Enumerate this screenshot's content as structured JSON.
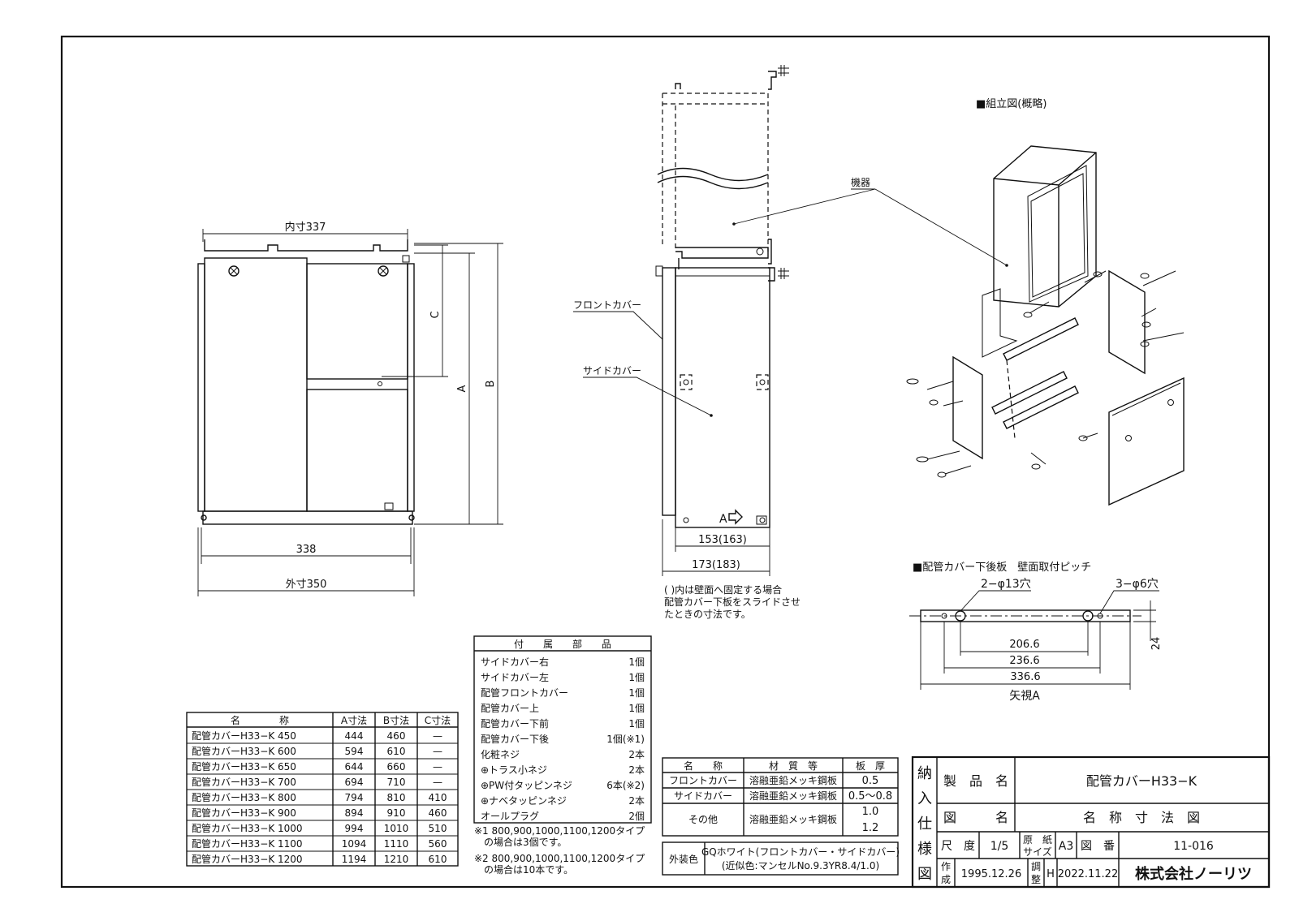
{
  "front_view": {
    "inner_width": "内寸337",
    "width_338": "338",
    "outer_width": "外寸350",
    "dim_c": "C",
    "dim_a": "A",
    "dim_b": "B"
  },
  "side_view": {
    "label_front_cover": "フロントカバー",
    "label_side_cover": "サイドカバー",
    "label_device": "機器",
    "arrow_a": "A",
    "dim_153": "153(163)",
    "dim_173": "173(183)",
    "note": [
      "( )内は壁面へ固定する場合",
      "配管カバー下板をスライドさせ",
      "たときの寸法です。"
    ]
  },
  "assembly": {
    "title": "■組立図(概略)"
  },
  "pitch_view": {
    "title": "■配管カバー下後板　壁面取付ピッチ",
    "hole_big": "2−φ13穴",
    "hole_small": "3−φ6穴",
    "d1": "206.6",
    "d2": "236.6",
    "d3": "336.6",
    "height": "24",
    "view_label": "矢視A"
  },
  "accessories": {
    "header": "付　　属　　部　　品",
    "rows": [
      {
        "name": "サイドカバー右",
        "qty": "1個"
      },
      {
        "name": "サイドカバー左",
        "qty": "1個"
      },
      {
        "name": "配管フロントカバー",
        "qty": "1個"
      },
      {
        "name": "配管カバー上",
        "qty": "1個"
      },
      {
        "name": "配管カバー下前",
        "qty": "1個"
      },
      {
        "name": "配管カバー下後",
        "qty": "1個(※1)"
      },
      {
        "name": "化粧ネジ",
        "qty": "2本"
      },
      {
        "name": "⊕トラス小ネジ",
        "qty": "2本"
      },
      {
        "name": "⊕PW付タッピンネジ",
        "qty": "6本(※2)"
      },
      {
        "name": "⊕ナベタッピンネジ",
        "qty": "2本"
      },
      {
        "name": "オールプラグ",
        "qty": "2個"
      }
    ],
    "notes": [
      "※1 800,900,1000,1100,1200タイプ",
      "の場合は3個です。",
      "※2 800,900,1000,1100,1200タイプ",
      "の場合は10本です。"
    ]
  },
  "models": {
    "headers": [
      "名　　　　称",
      "A寸法",
      "B寸法",
      "C寸法"
    ],
    "rows": [
      [
        "配管カバーH33−K 450",
        "444",
        "460",
        "—"
      ],
      [
        "配管カバーH33−K 600",
        "594",
        "610",
        "—"
      ],
      [
        "配管カバーH33−K 650",
        "644",
        "660",
        "—"
      ],
      [
        "配管カバーH33−K 700",
        "694",
        "710",
        "—"
      ],
      [
        "配管カバーH33−K 800",
        "794",
        "810",
        "410"
      ],
      [
        "配管カバーH33−K 900",
        "894",
        "910",
        "460"
      ],
      [
        "配管カバーH33−K 1000",
        "994",
        "1010",
        "510"
      ],
      [
        "配管カバーH33−K 1100",
        "1094",
        "1110",
        "560"
      ],
      [
        "配管カバーH33−K 1200",
        "1194",
        "1210",
        "610"
      ]
    ]
  },
  "materials": {
    "headers": [
      "名　　称",
      "材　質　等",
      "板　厚"
    ],
    "rows": [
      {
        "name": "フロントカバー",
        "material": "溶融亜鉛メッキ鋼板",
        "thickness": "0.5"
      },
      {
        "name": "サイドカバー",
        "material": "溶融亜鉛メッキ鋼板",
        "thickness": "0.5〜0.8"
      },
      {
        "name": "その他",
        "material": "溶融亜鉛メッキ鋼板",
        "thickness": "1.0",
        "thickness2": "1.2"
      }
    ],
    "finish_label": "外装色",
    "finish_line1": "GQホワイト(フロントカバー・サイドカバー)",
    "finish_line2": "(近似色:マンセルNo.9.3YR8.4/1.0)"
  },
  "title_block": {
    "side_label": [
      "納",
      "入",
      "仕",
      "様",
      "図"
    ],
    "product_name_label": "製　品　名",
    "product_name": "配管カバーH33−K",
    "drawing_name_label": "図　　　名",
    "drawing_name": "名　称　寸　法　図",
    "scale_label": "尺　度",
    "scale": "1/5",
    "paper_label_1": "原　紙",
    "paper_label_2": "サイズ",
    "paper": "A3",
    "drawing_no_label": "図　番",
    "drawing_no": "11-016",
    "created_label": [
      "作",
      "成"
    ],
    "created": "1995.12.26",
    "adjusted_label": [
      "調",
      "整"
    ],
    "revision": "H",
    "adjusted": "2022.11.22",
    "company": "株式会社ノーリツ"
  }
}
